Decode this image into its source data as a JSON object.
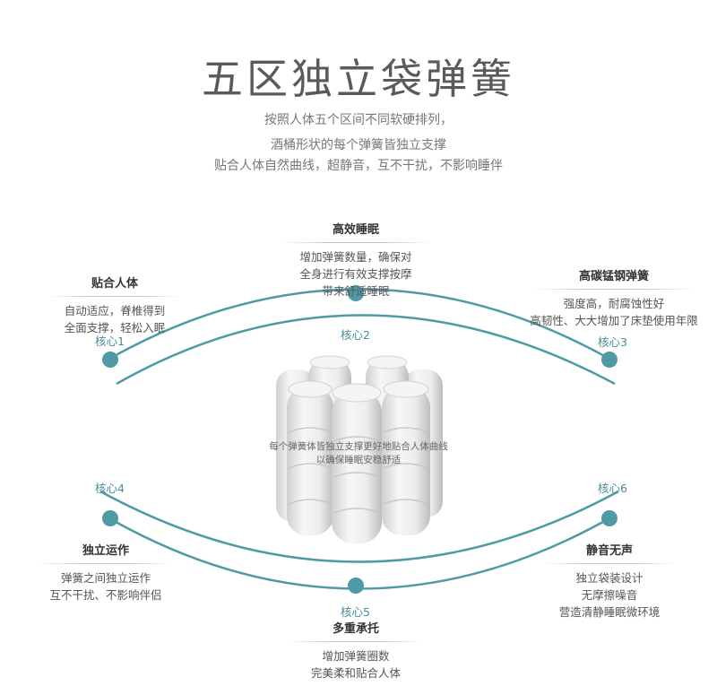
{
  "title": "五区独立袋弹簧",
  "subtitle": [
    "按照人体五个区间不同软硬排列，",
    "酒桶形状的每个弹簧皆独立支撑",
    "贴合人体自然曲线，超静音，互不干扰，不影响睡伴"
  ],
  "accent_color": "#4e9aa5",
  "center_text": [
    "每个弹簧体皆独立支撑更好地贴合人体曲线",
    "以确保睡眠安稳舒适"
  ],
  "cores": [
    {
      "label": "核心1"
    },
    {
      "label": "核心2"
    },
    {
      "label": "核心3"
    },
    {
      "label": "核心4"
    },
    {
      "label": "核心5"
    },
    {
      "label": "核心6"
    }
  ],
  "features": {
    "fit": {
      "title": "贴合人体",
      "lines": [
        "自动适应，脊椎得到",
        "全面支撑，轻松入眠"
      ]
    },
    "sleep": {
      "title": "高效睡眠",
      "lines": [
        "增加弹簧数量，确保对",
        "全身进行有效支撑按摩",
        "带来舒适睡眠"
      ]
    },
    "steel": {
      "title": "高碳锰钢弹簧",
      "lines": [
        "强度高，耐腐蚀性好",
        "高韧性、大大增加了床垫使用年限"
      ]
    },
    "independent": {
      "title": "独立运作",
      "lines": [
        "弹簧之间独立运作",
        "互不干扰、不影响伴侣"
      ]
    },
    "multi": {
      "title": "多重承托",
      "lines": [
        "增加弹簧圈数",
        "完美柔和贴合人体"
      ]
    },
    "quiet": {
      "title": "静音无声",
      "lines": [
        "独立袋装设计",
        "无摩擦噪音",
        "营造清静睡眠微环境"
      ]
    }
  }
}
